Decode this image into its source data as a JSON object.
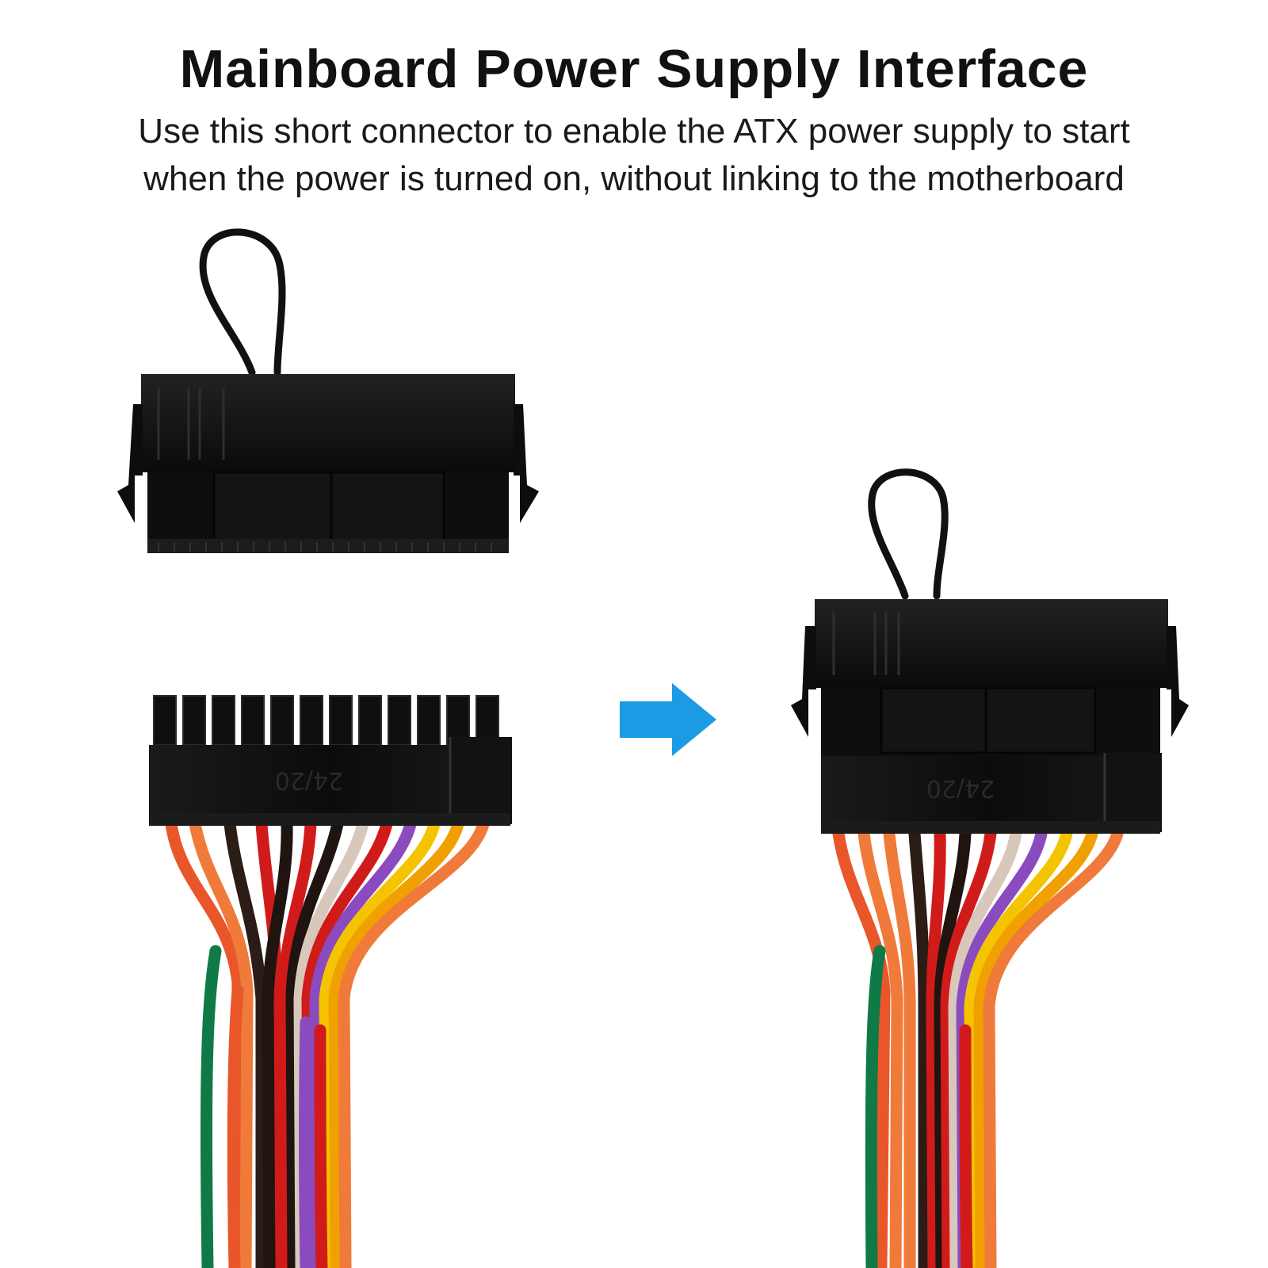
{
  "header": {
    "title": "Mainboard Power Supply Interface",
    "subtitle_line1": "Use this short connector to enable the ATX power supply to start",
    "subtitle_line2": "when the power is turned on, without linking to the motherboard"
  },
  "product": {
    "connector_label": "24/20",
    "wire_colors": [
      "#e8562a",
      "#f07a3a",
      "#2b1c16",
      "#d11b1b",
      "#1f1410",
      "#d8c8bb",
      "#8a4bbf",
      "#f5c400",
      "#f0a000",
      "#0f7a45"
    ]
  },
  "colors": {
    "arrow": "#1a9be3",
    "plastic": "#101010"
  },
  "icons": {
    "arrow": "right-arrow-icon"
  }
}
